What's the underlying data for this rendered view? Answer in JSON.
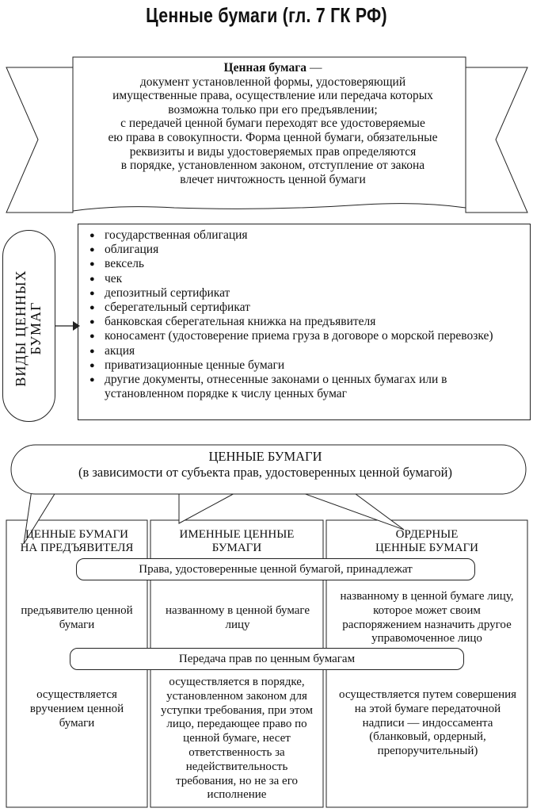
{
  "title": "Ценные бумаги (гл. 7 ГК РФ)",
  "definition": {
    "term": "Ценная бумага",
    "dash": " —",
    "lines": [
      "документ установленной формы, удостоверяющий",
      "имущественные права, осуществление или передача которых",
      "возможна только при его предъявлении;",
      "с передачей ценной бумаги переходят все удостоверяемые",
      "ею права в совокупности. Форма ценной бумаги, обязательные",
      "реквизиты и виды удостоверяемых прав определяются",
      "в порядке, установленном законом, отступление от закона",
      "влечет ничтожность ценной бумаги"
    ]
  },
  "types": {
    "label_line1": "ВИДЫ ЦЕННЫХ",
    "label_line2": "БУМАГ",
    "items": [
      "государственная облигация",
      "облигация",
      "вексель",
      "чек",
      "депозитный сертификат",
      "сберегательный сертификат",
      "банковская сберегательная книжка на предъявителя",
      "коносамент (удостоверение приема груза в договоре о морской перевозке)",
      "акция",
      "приватизационные ценные бумаги",
      "другие документы, отнесенные законами о ценных бумагах или в установленном порядке к числу ценных бумаг"
    ]
  },
  "classification": {
    "title": "ЦЕННЫЕ БУМАГИ",
    "subtitle": "(в зависимости от субъекта прав, удостоверенных ценной бумагой)",
    "columns": [
      {
        "head_line1": "ЦЕННЫЕ БУМАГИ",
        "head_line2": "НА ПРЕДЪЯВИТЕЛЯ",
        "rights": "предъявителю ценной бумаги",
        "transfer": "осуществляется вручением ценной бумаги"
      },
      {
        "head_line1": "ИМЕННЫЕ ЦЕННЫЕ",
        "head_line2": "БУМАГИ",
        "rights": "названному в ценной бумаге лицу",
        "transfer": "осуществляется в порядке, установленном законом для уступки требования, при этом лицо, передающее право по ценной бумаге, несет ответственность за недействительность требования, но не за его исполнение"
      },
      {
        "head_line1": "ОРДЕРНЫЕ",
        "head_line2": "ЦЕННЫЕ БУМАГИ",
        "rights": "названному в ценной бумаге лицу, которое может своим распоряжением назначить другое управомоченное лицо",
        "transfer": "осуществляется путем совершения на этой бумаге передаточной надписи — индоссамента (бланковый, ордерный, препоручительный)"
      }
    ],
    "rights_bar": "Права, удостоверенные ценной бумагой, принадлежат",
    "transfer_bar": "Передача прав по ценным бумагам"
  }
}
